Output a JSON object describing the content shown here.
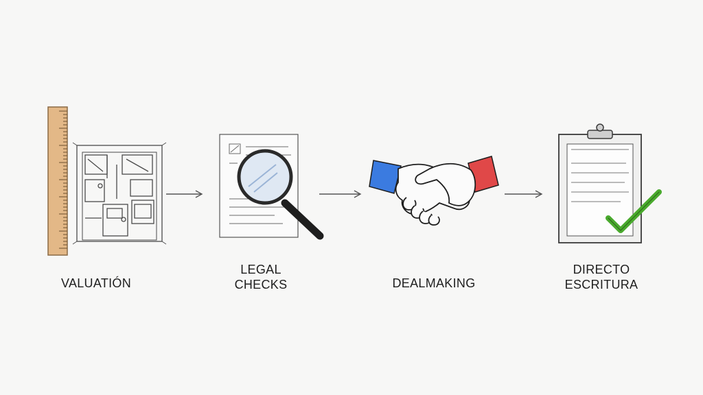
{
  "diagram": {
    "steps": [
      {
        "id": "valuation",
        "label_lines": [
          "VALUATIÓN"
        ],
        "icon": "ruler-floorplan-icon"
      },
      {
        "id": "legal",
        "label_lines": [
          "LEGAL",
          "CHECKS"
        ],
        "icon": "document-magnifier-icon"
      },
      {
        "id": "deal",
        "label_lines": [
          "DEALMAKING"
        ],
        "icon": "handshake-icon"
      },
      {
        "id": "escritura",
        "label_lines": [
          "DIRECTO",
          "ESCRITURA"
        ],
        "icon": "clipboard-check-icon"
      }
    ],
    "colors": {
      "background": "#f7f7f6",
      "sketch": "#3a3a3a",
      "ruler": "#e3b887",
      "cuff_left": "#3b7be0",
      "cuff_right": "#e04848",
      "check": "#4aaa2e"
    }
  }
}
